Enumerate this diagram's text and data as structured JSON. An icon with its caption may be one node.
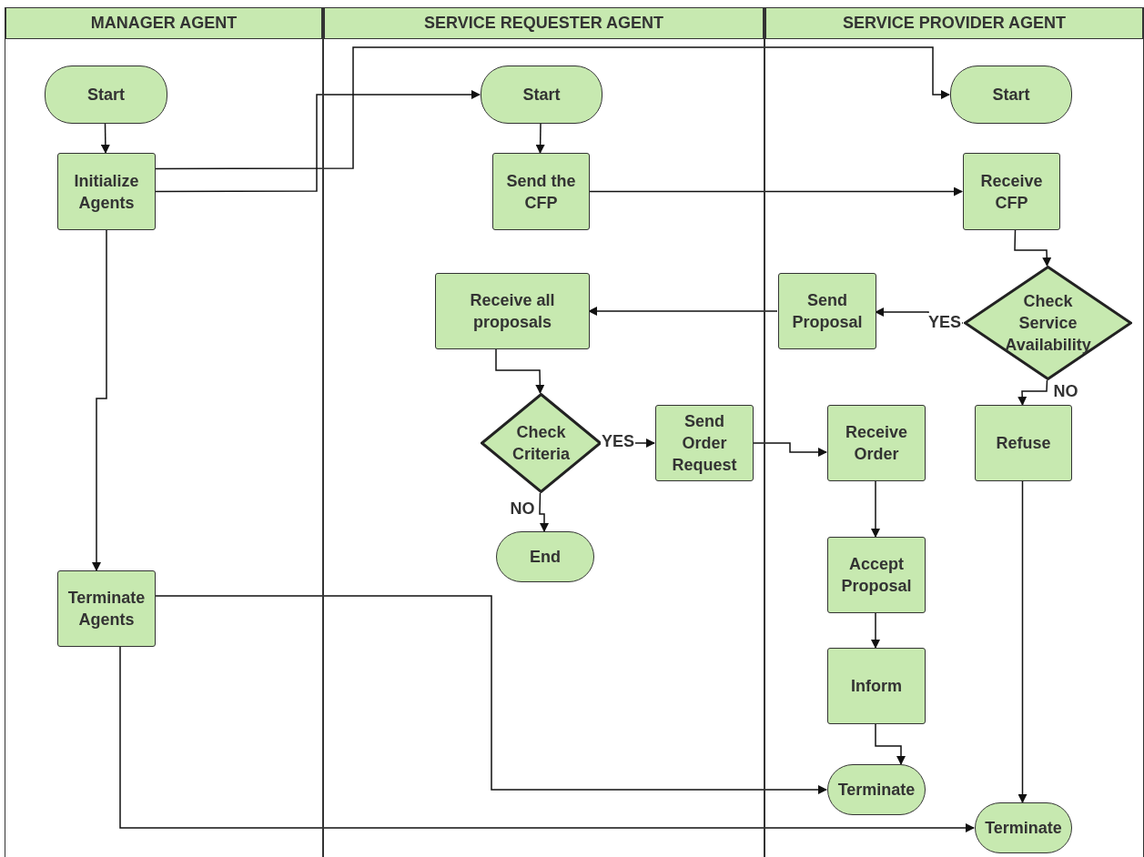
{
  "diagram": {
    "nodes": [
      {
        "text": [
          "MANAGER AGENT"
        ]
      },
      {
        "text": [
          "SERVICE REQUESTER AGENT"
        ]
      },
      {
        "text": [
          "SERVICE PROVIDER AGENT"
        ]
      },
      {
        "text": [
          "Start"
        ],
        "in": 0
      },
      {
        "text": [
          "Initialize Agents"
        ],
        "in": 0
      },
      {
        "text": [
          "Terminate Agents"
        ],
        "in": 0
      },
      {
        "text": [
          "Start"
        ],
        "in": 1
      },
      {
        "text": [
          "Send the CFP"
        ],
        "in": 1
      },
      {
        "text": [
          "Receive all proposals"
        ],
        "in": 1
      },
      {
        "text": [
          "Check Criteria"
        ],
        "in": 1
      },
      {
        "text": [
          "Send Order Request"
        ],
        "in": 1
      },
      {
        "text": [
          "End"
        ],
        "in": 1
      },
      {
        "text": [
          "Start"
        ],
        "in": 2
      },
      {
        "text": [
          "Receive CFP"
        ],
        "in": 2
      },
      {
        "text": [
          "Send Proposal"
        ],
        "in": 2
      },
      {
        "text": [
          "Check Service Availability"
        ],
        "in": 2
      },
      {
        "text": [
          "Refuse"
        ],
        "in": 2
      },
      {
        "text": [
          "Receive Order"
        ],
        "in": 2
      },
      {
        "text": [
          "Accept Proposal"
        ],
        "in": 2
      },
      {
        "text": [
          "Inform"
        ],
        "in": 2
      },
      {
        "text": [
          "Terminate"
        ],
        "in": 2
      },
      {
        "text": [
          "Terminate"
        ],
        "in": 2
      }
    ],
    "edges": [
      {
        "from": 3,
        "to": 4,
        "arrow": "to"
      },
      {
        "from": 4,
        "to": 12,
        "arrow": "to"
      },
      {
        "from": 4,
        "to": 6,
        "arrow": "to"
      },
      {
        "from": 4,
        "to": 5,
        "arrow": "to"
      },
      {
        "from": 6,
        "to": 7,
        "arrow": "to"
      },
      {
        "from": 7,
        "to": 13,
        "arrow": "to"
      },
      {
        "from": 13,
        "to": 15,
        "arrow": "to"
      },
      {
        "from": 15,
        "to": 14,
        "arrow": "to",
        "label": "YES"
      },
      {
        "from": 14,
        "to": 8,
        "arrow": "to"
      },
      {
        "from": 8,
        "to": 9,
        "arrow": "to"
      },
      {
        "from": 9,
        "to": 10,
        "arrow": "to",
        "label": "YES"
      },
      {
        "from": 9,
        "to": 11,
        "arrow": "to",
        "label": "NO"
      },
      {
        "from": 10,
        "to": 17,
        "arrow": "to"
      },
      {
        "from": 17,
        "to": 18,
        "arrow": "to"
      },
      {
        "from": 18,
        "to": 19,
        "arrow": "to"
      },
      {
        "from": 19,
        "to": 20,
        "arrow": "to"
      },
      {
        "from": 15,
        "to": 16,
        "arrow": "to",
        "label": "NO"
      },
      {
        "from": 16,
        "to": 21,
        "arrow": "to"
      },
      {
        "from": 5,
        "to": 20,
        "arrow": "to"
      },
      {
        "from": 5,
        "to": 21,
        "arrow": "to"
      }
    ]
  }
}
